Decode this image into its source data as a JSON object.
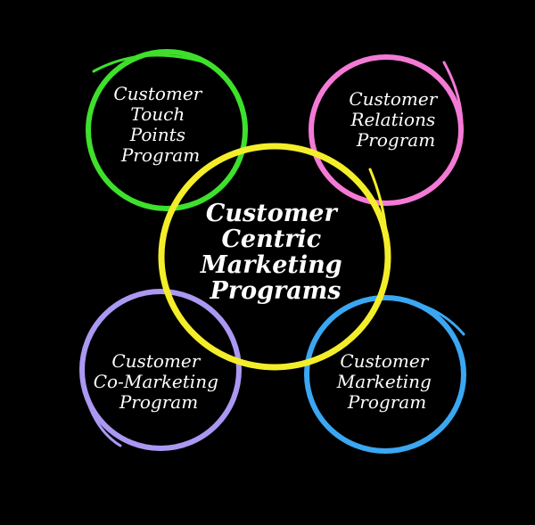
{
  "center": {
    "lines": [
      "Customer",
      "Centric",
      "Marketing",
      "Programs"
    ],
    "color": "#f4ee2a"
  },
  "nodes": [
    {
      "id": "touch-points",
      "lines": [
        "Customer",
        "Touch",
        "Points",
        "Program"
      ],
      "color": "#3ee02c"
    },
    {
      "id": "relations",
      "lines": [
        "Customer",
        "Relations",
        "Program"
      ],
      "color": "#f47ad6"
    },
    {
      "id": "co-marketing",
      "lines": [
        "Customer",
        "Co-Marketing",
        "Program"
      ],
      "color": "#ab98f2"
    },
    {
      "id": "marketing",
      "lines": [
        "Customer",
        "Marketing",
        "Program"
      ],
      "color": "#3ba7f2"
    }
  ]
}
